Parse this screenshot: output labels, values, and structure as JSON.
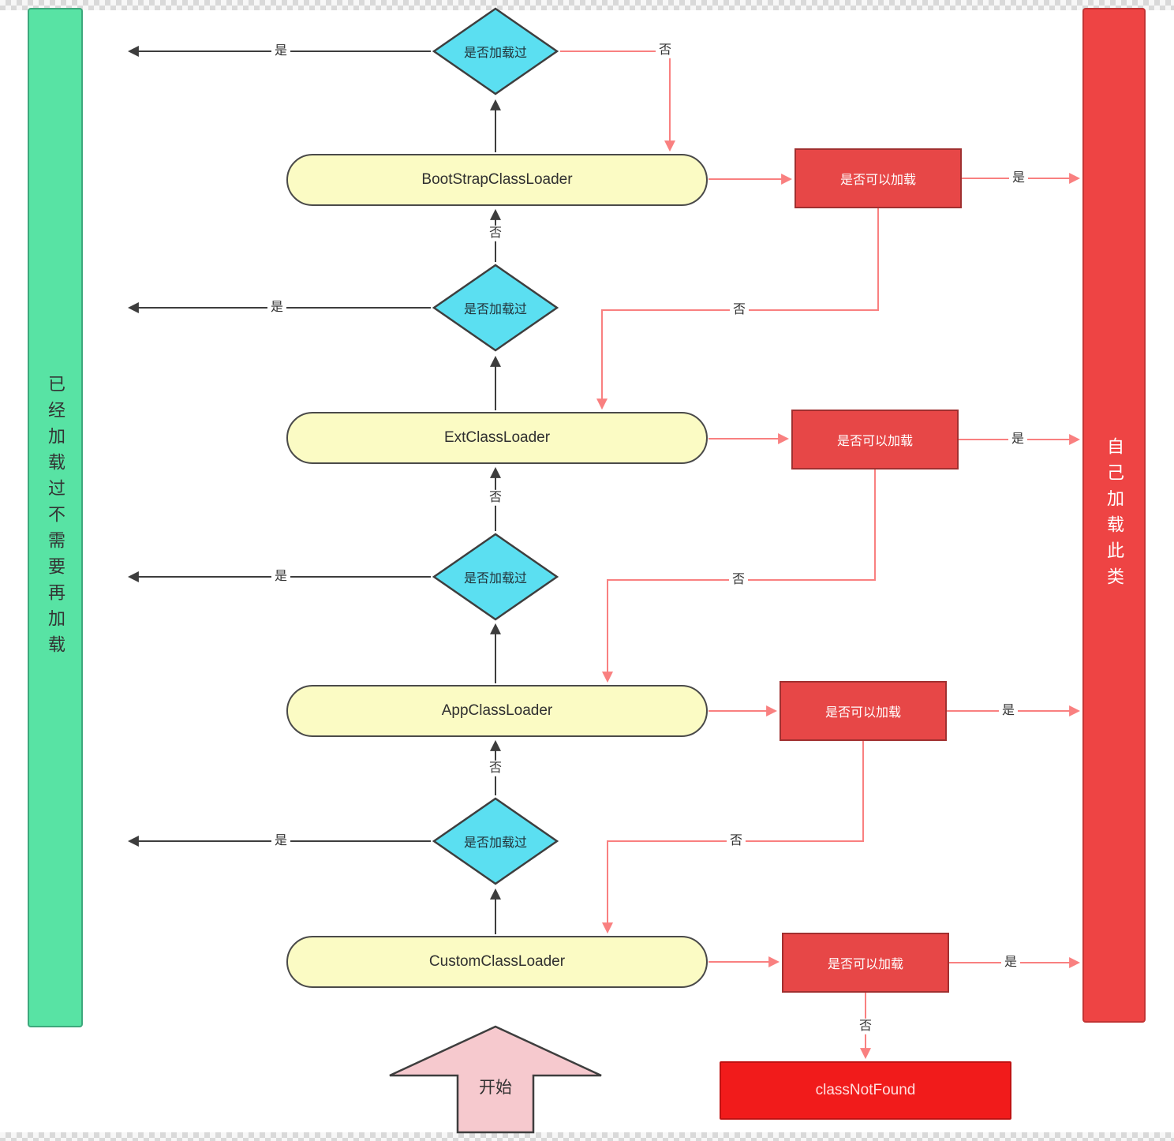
{
  "left_bar": {
    "text": "已经加载过不需要再加载"
  },
  "right_bar": {
    "text": "自己加载此类"
  },
  "start": {
    "label": "开始"
  },
  "loaders": [
    {
      "label": "BootStrapClassLoader"
    },
    {
      "label": "ExtClassLoader"
    },
    {
      "label": "AppClassLoader"
    },
    {
      "label": "CustomClassLoader"
    }
  ],
  "decisions": [
    {
      "label": "是否加载过"
    },
    {
      "label": "是否加载过"
    },
    {
      "label": "是否加载过"
    },
    {
      "label": "是否加载过"
    }
  ],
  "can_load_checks": [
    {
      "label": "是否可以加载"
    },
    {
      "label": "是否可以加载"
    },
    {
      "label": "是否可以加载"
    },
    {
      "label": "是否可以加载"
    }
  ],
  "terminal": {
    "label": "classNotFound"
  },
  "branch": {
    "yes": "是",
    "no": "否"
  },
  "colors": {
    "green_bar": "#58e3a4",
    "red_bar": "#ee4444",
    "loader_fill": "#fbfbc4",
    "decision_fill": "#5bdff1",
    "check_fill": "#e74747",
    "terminal_fill": "#f11b1b",
    "start_fill": "#f6c9ce",
    "delegate_line": "#3d3d3d",
    "attempt_line": "#f98080"
  }
}
